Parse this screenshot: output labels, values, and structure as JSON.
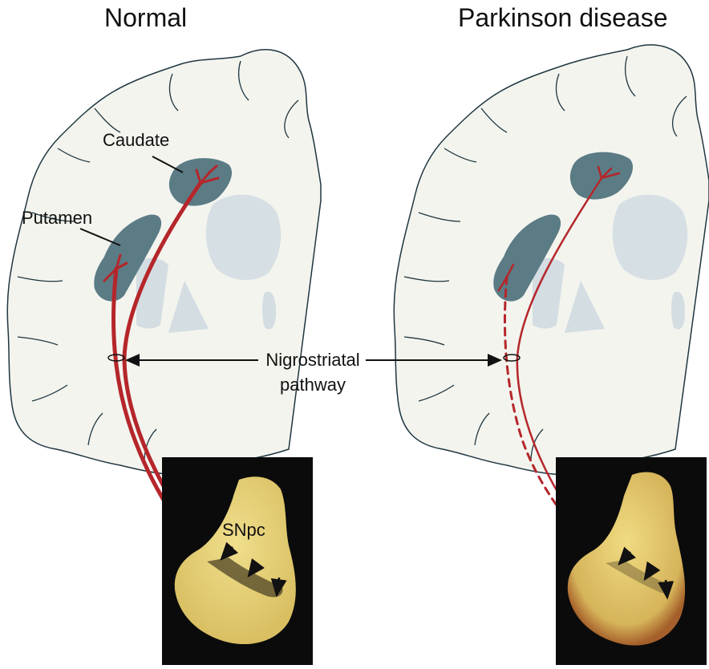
{
  "titles": {
    "normal": "Normal",
    "disease": "Parkinson disease"
  },
  "labels": {
    "caudate": "Caudate",
    "putamen": "Putamen",
    "pathway_line1": "Nigrostriatal",
    "pathway_line2": "pathway",
    "snpc": "SNpc"
  },
  "colors": {
    "brain_fill": "#f3f4ee",
    "brain_outline": "#1f3640",
    "striatum": "#5b7b85",
    "inner_nuclei": "#d3dde2",
    "pathway": "#b5262b",
    "photo_bg": "#0b0b0b",
    "tissue": "#e8d27c",
    "pigment": "#4e4426"
  }
}
